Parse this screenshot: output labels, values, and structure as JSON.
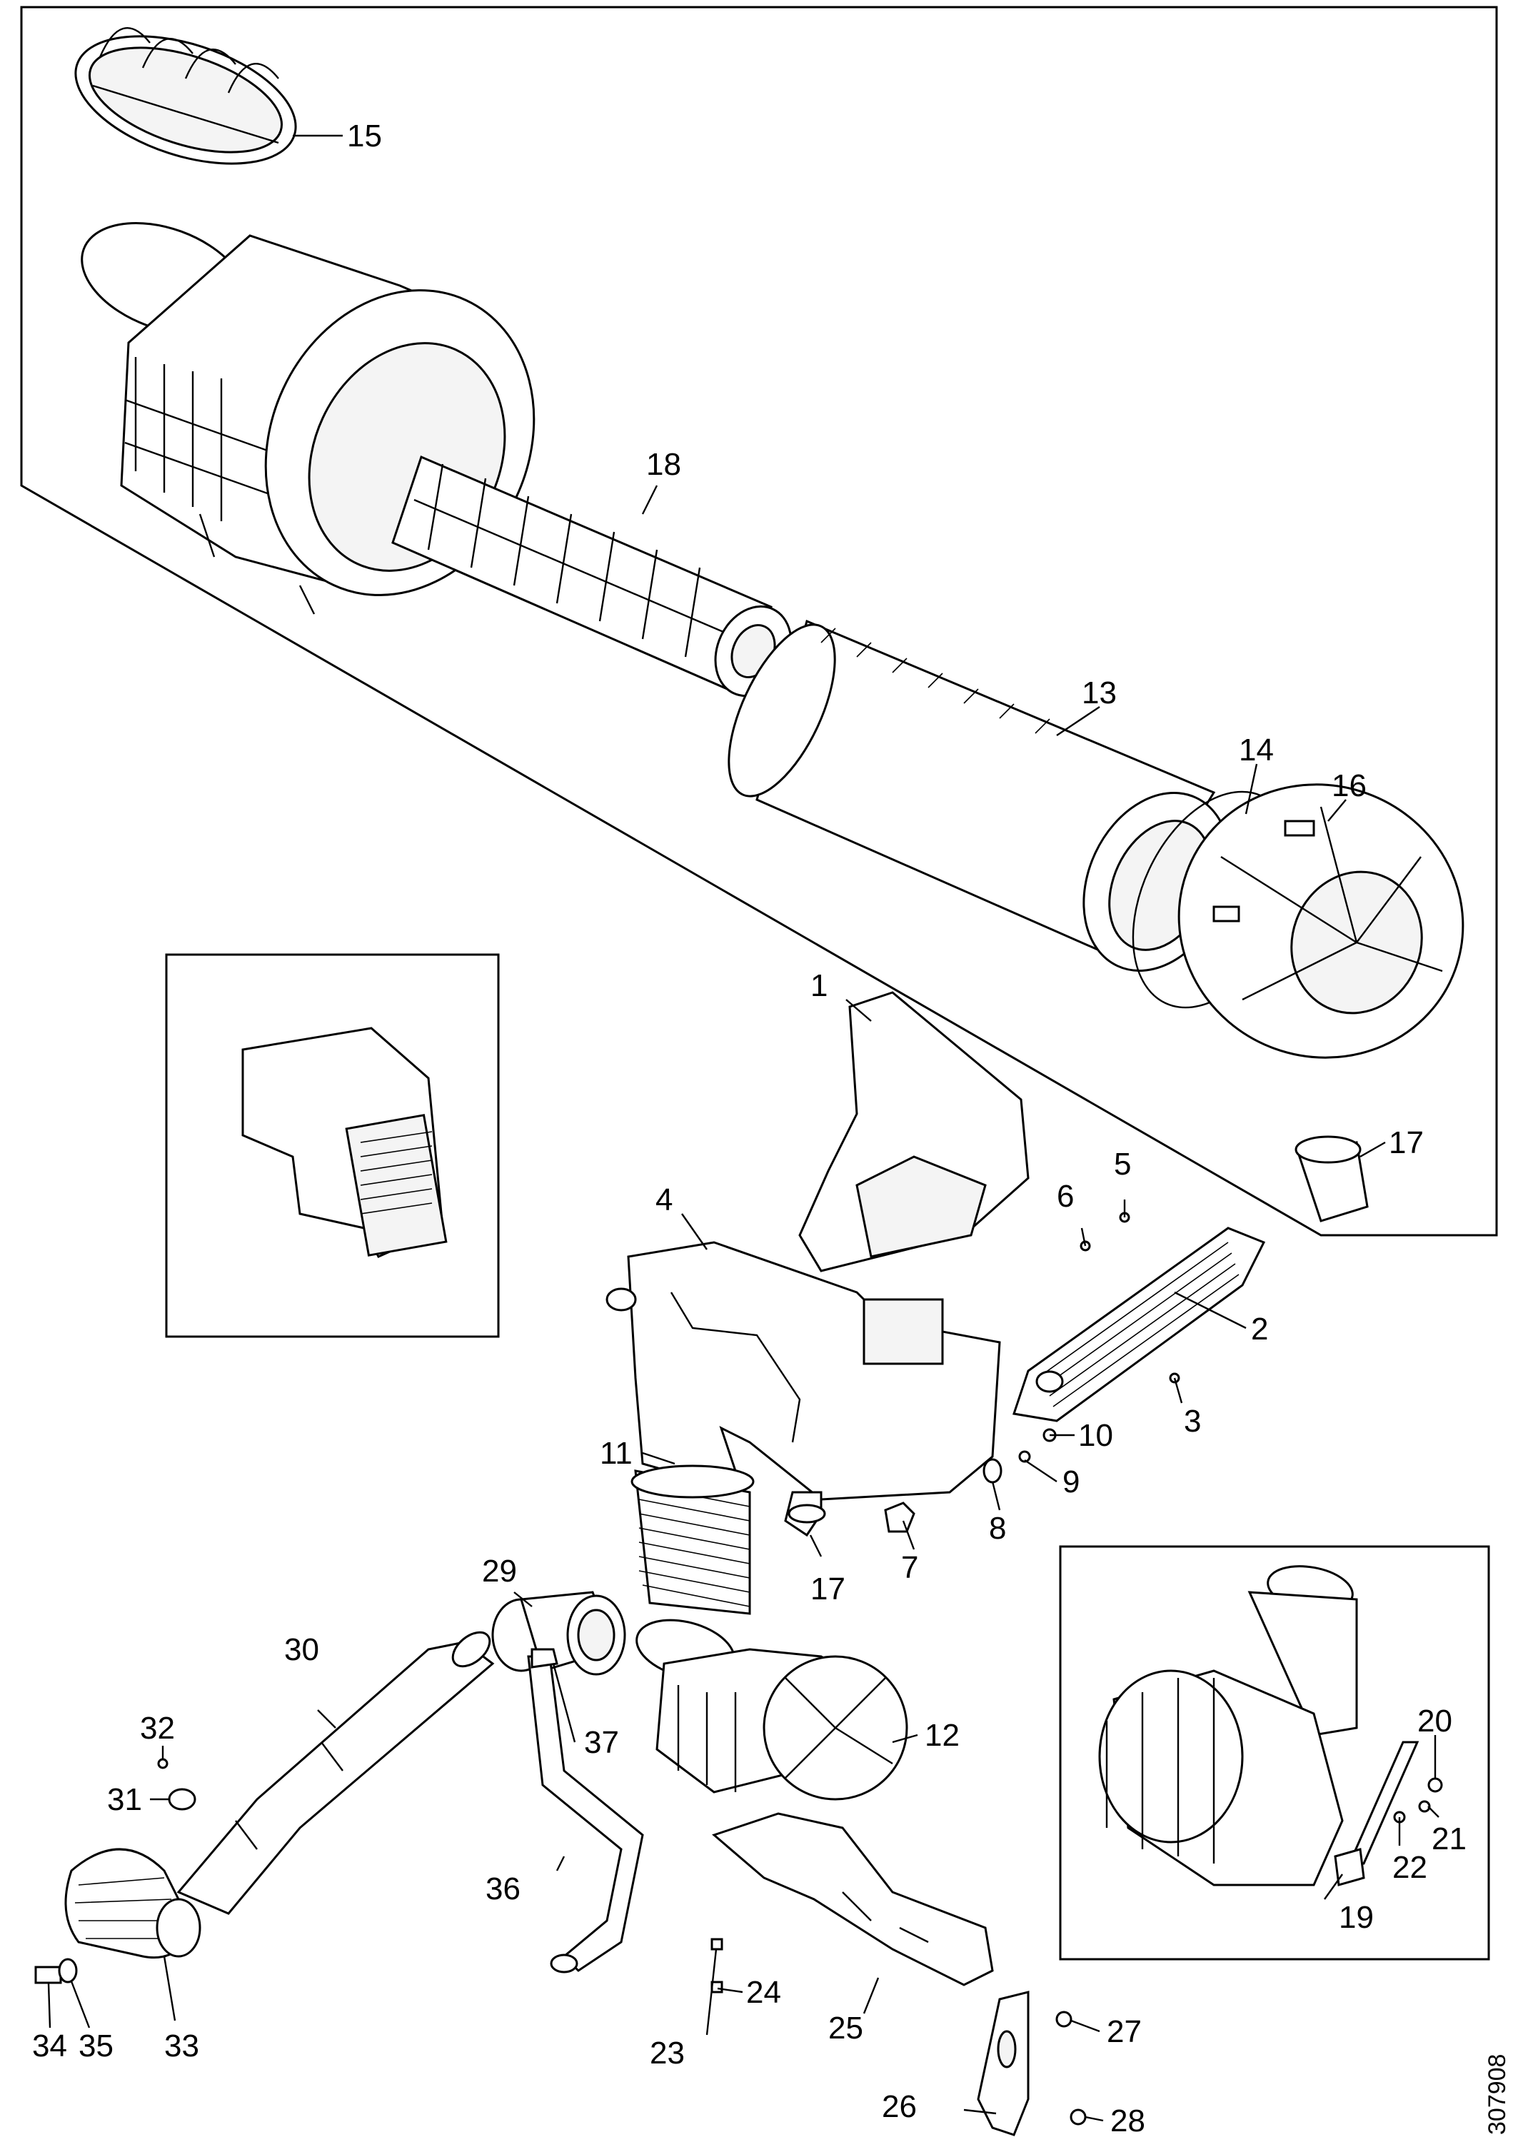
{
  "figure_number": "307908",
  "callouts": [
    "1",
    "2",
    "3",
    "4",
    "5",
    "6",
    "7",
    "8",
    "9",
    "10",
    "11",
    "12",
    "13",
    "14",
    "15",
    "16",
    "17",
    "17",
    "18",
    "19",
    "20",
    "21",
    "22",
    "23",
    "24",
    "25",
    "26",
    "27",
    "28",
    "29",
    "30",
    "31",
    "32",
    "33",
    "34",
    "35",
    "36",
    "37"
  ]
}
